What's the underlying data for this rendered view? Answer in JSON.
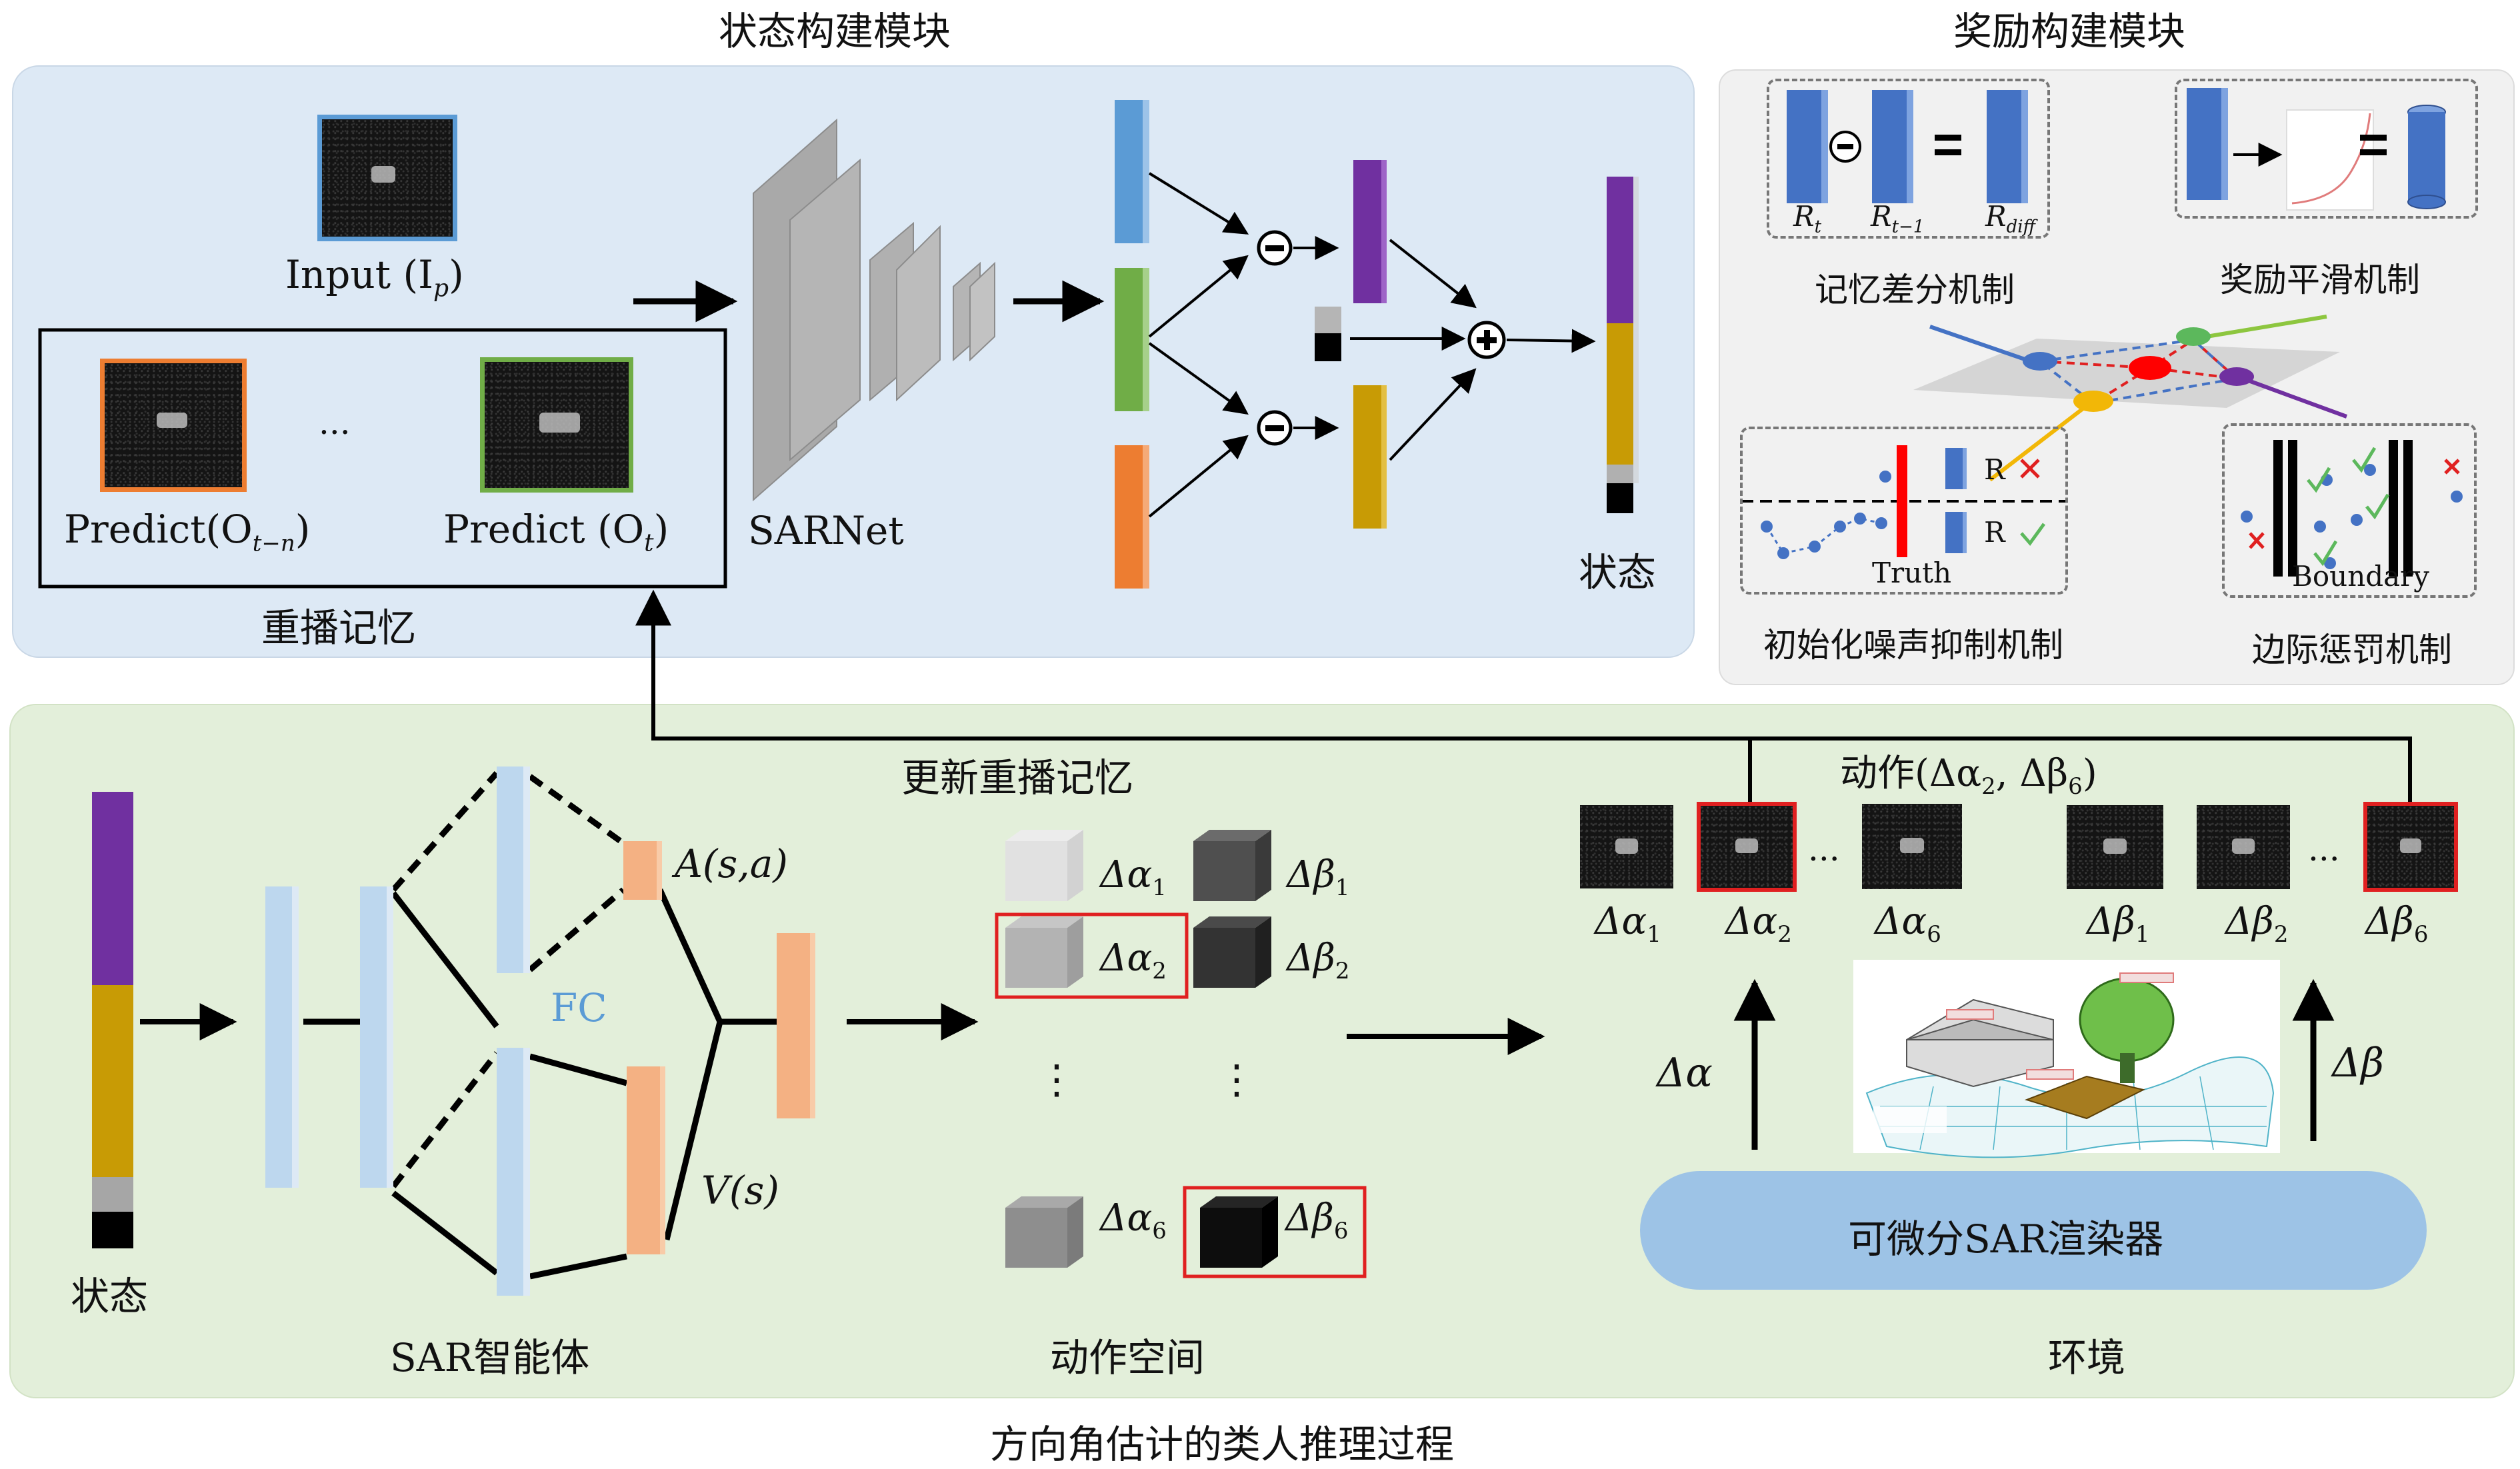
{
  "state_module": {
    "title": "状态构建模块",
    "input_label": "Input (I",
    "input_sub": "p",
    "input_close": ")",
    "predict1_label": "Predict(O",
    "predict1_sub": "t−n",
    "predict1_close": ")",
    "ellipsis": "...",
    "predict2_label": "Predict (O",
    "predict2_sub": "t",
    "predict2_close": ")",
    "replay_label": "重播记忆",
    "sarnet_label": "SARNet",
    "state_label": "状态"
  },
  "reward_module": {
    "title": "奖励构建模块",
    "memory_diff": "记忆差分机制",
    "reward_smooth": "奖励平滑机制",
    "noise_suppress": "初始化噪声抑制机制",
    "boundary_penalty": "边际惩罚机制",
    "rt": "R",
    "rt_sub": "t",
    "rt1": "R",
    "rt1_sub": "t−1",
    "rdiff": "R",
    "rdiff_sub": "diff",
    "truth": "Truth",
    "boundary": "Boundary",
    "r_letter": "R"
  },
  "agent_module": {
    "update_replay": "更新重播记忆",
    "state_label": "状态",
    "fc_label": "FC",
    "advantage_label": "A(s,a)",
    "value_label": "V(s)",
    "agent_label": "SAR智能体"
  },
  "action_space": {
    "label": "动作空间",
    "vertical_ellipsis": "⋮",
    "items": [
      {
        "alpha": "Δα",
        "alpha_sub": "1",
        "beta": "Δβ",
        "beta_sub": "1"
      },
      {
        "alpha": "Δα",
        "alpha_sub": "2",
        "beta": "Δβ",
        "beta_sub": "2"
      },
      {
        "alpha": "Δα",
        "alpha_sub": "6",
        "beta": "Δβ",
        "beta_sub": "6"
      }
    ]
  },
  "environment": {
    "action_title": "动作(Δα",
    "action_title_sub1": "2",
    "action_title_mid": ", Δβ",
    "action_title_sub2": "6",
    "action_title_close": ")",
    "ellipsis": "...",
    "alpha_labels": [
      {
        "t": "Δα",
        "s": "1"
      },
      {
        "t": "Δα",
        "s": "2"
      },
      {
        "t": "Δα",
        "s": "6"
      }
    ],
    "beta_labels": [
      {
        "t": "Δβ",
        "s": "1"
      },
      {
        "t": "Δβ",
        "s": "2"
      },
      {
        "t": "Δβ",
        "s": "6"
      }
    ],
    "delta_alpha": "Δα",
    "delta_beta": "Δβ",
    "renderer": "可微分SAR渲染器",
    "label": "环境"
  },
  "caption": "方向角估计的类人推理过程",
  "colors": {
    "state_panel": "#dde9f5",
    "agent_panel": "#e3efda",
    "reward_panel": "#f1f1f1",
    "blue_bar": "#5b9bd5",
    "green_bar": "#70ad47",
    "orange_bar": "#ed7d31",
    "purple_bar": "#7030a0",
    "gold_bar": "#c89b05",
    "fc_blue": "#bdd7ee",
    "peach": "#f4b183",
    "renderer_pill": "#9dc3e6",
    "highlight_red": "#e02020"
  }
}
